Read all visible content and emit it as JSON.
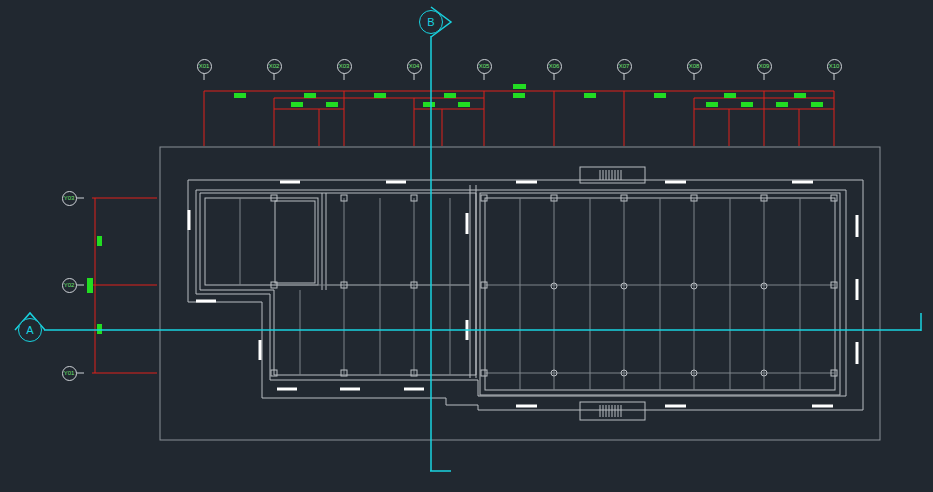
{
  "diagram": {
    "nodes": [
      {
        "text": [
          "B"
        ]
      },
      {
        "text": [
          "X01"
        ]
      },
      {
        "text": [
          "X02"
        ]
      },
      {
        "text": [
          "X03"
        ]
      },
      {
        "text": [
          "X04"
        ]
      },
      {
        "text": [
          "X05"
        ]
      },
      {
        "text": [
          "X06"
        ]
      },
      {
        "text": [
          "X07"
        ]
      },
      {
        "text": [
          "X08"
        ]
      },
      {
        "text": [
          "X09"
        ]
      },
      {
        "text": [
          "X10"
        ]
      },
      {
        "text": [
          "Y03"
        ]
      },
      {
        "text": [
          "Y02"
        ]
      },
      {
        "text": [
          "A"
        ]
      },
      {
        "text": [
          "Y01"
        ]
      }
    ]
  }
}
